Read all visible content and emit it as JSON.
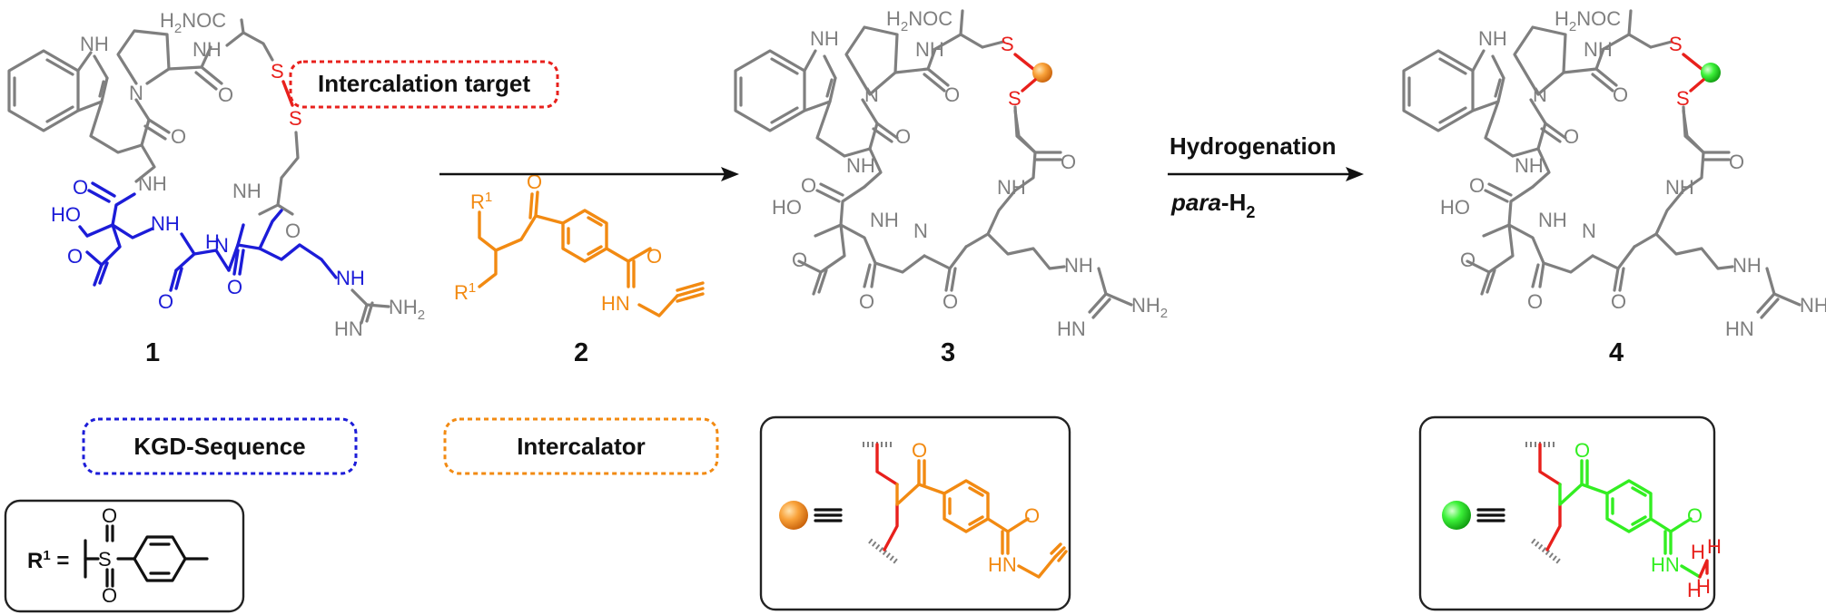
{
  "compound_labels": {
    "c1": "1",
    "c2": "2",
    "c3": "3",
    "c4": "4"
  },
  "reaction": {
    "conditions_top": "Hydrogenation",
    "conditions_bottom_italic": "para",
    "conditions_bottom_rest": "-H",
    "conditions_bottom_sub": "2"
  },
  "callouts": {
    "intercalation_target": "Intercalation target",
    "kgd_sequence": "KGD-Sequence",
    "intercalator": "Intercalator"
  },
  "atoms": {
    "nh": "NH",
    "hn": "HN",
    "n": "N",
    "o": "O",
    "s": "S",
    "h": "H",
    "ho": "HO",
    "h2noc": "H2NOC",
    "nh2": "NH2",
    "hn_eq": "HN=",
    "r1": "R1",
    "r1_eq": "R1 ="
  },
  "colors": {
    "peptide": "#7f7f7f",
    "kgd": "#1c1cd8",
    "intercalator": "#f28a12",
    "hydrogenated": "#33ee22",
    "highlight": "#e8201c",
    "target_box": "#e8201c"
  }
}
